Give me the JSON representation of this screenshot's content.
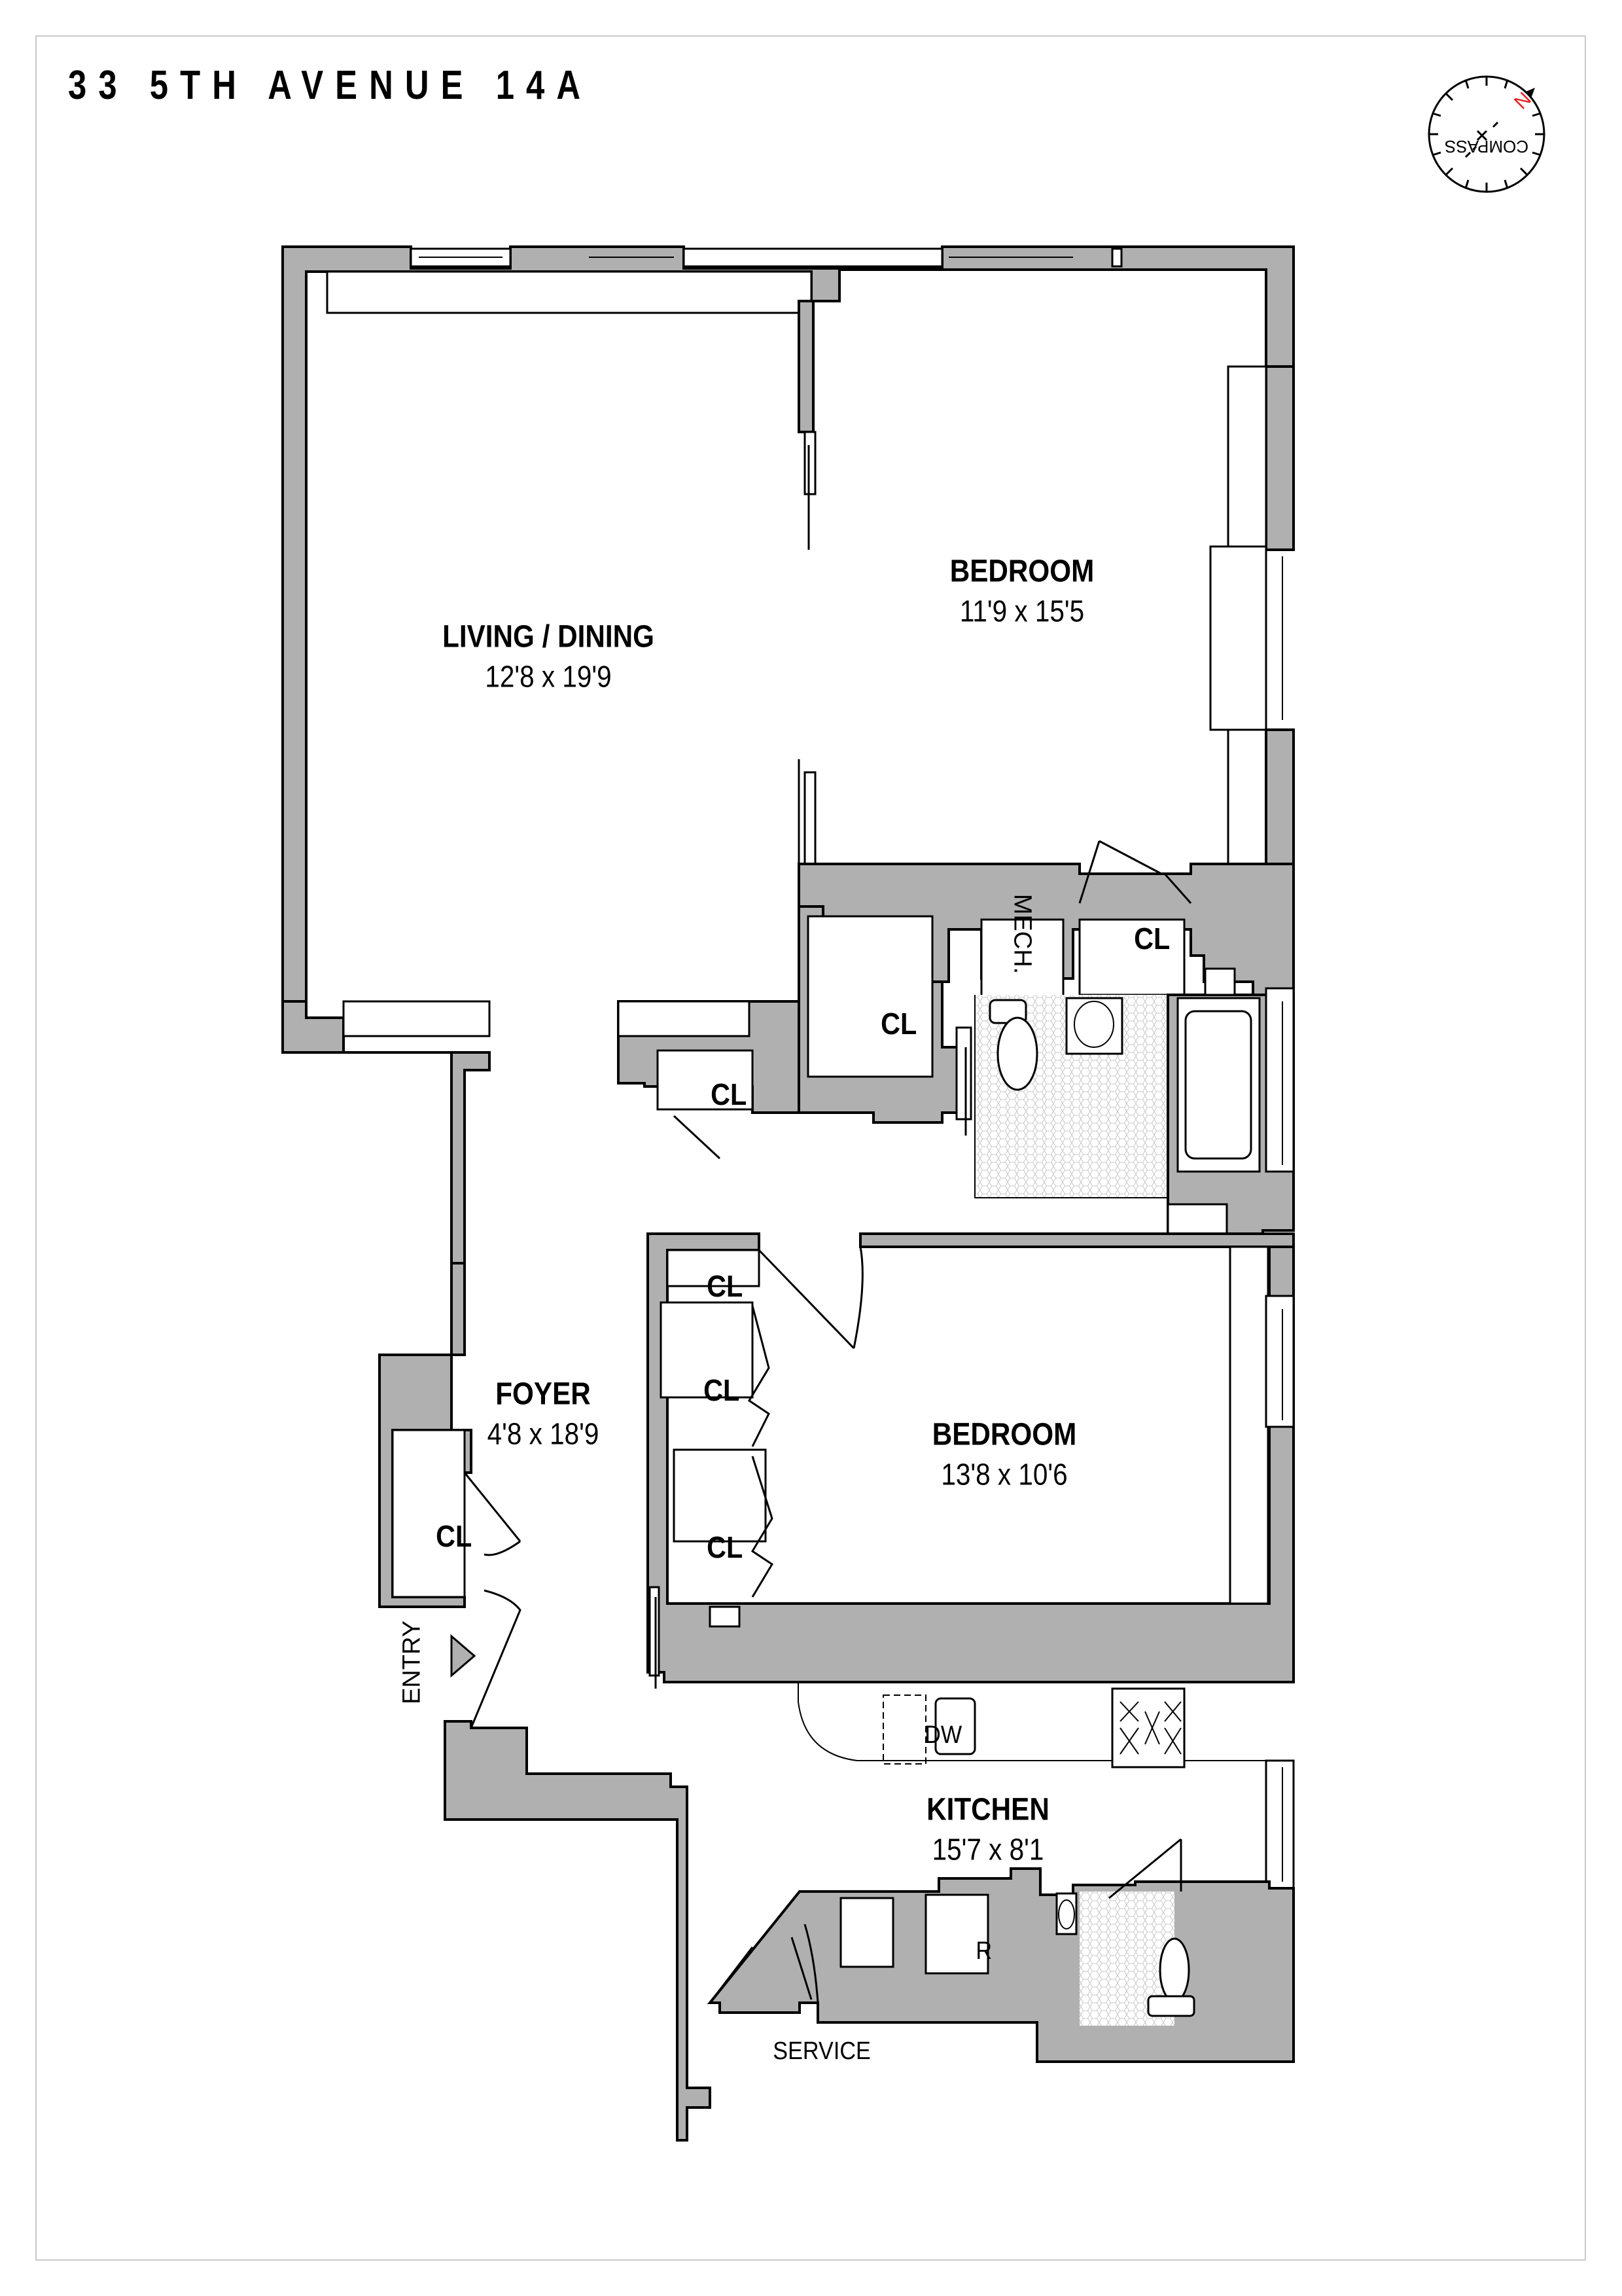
{
  "title": "33 5TH AVENUE 14A",
  "compass": {
    "label": "COMPASS",
    "north": "N",
    "north_color": "#e0201c"
  },
  "colors": {
    "wall": "#b0b0b0",
    "outline": "#000000",
    "frame": "#c8c8c8"
  },
  "rooms": {
    "living_dining": {
      "name": "LIVING / DINING",
      "dims": "12'8 x 19'9"
    },
    "bedroom_1": {
      "name": "BEDROOM",
      "dims": "11'9 x 15'5"
    },
    "bedroom_2": {
      "name": "BEDROOM",
      "dims": "13'8 x 10'6"
    },
    "foyer": {
      "name": "FOYER",
      "dims": "4'8 x 18'9"
    },
    "kitchen": {
      "name": "KITCHEN",
      "dims": "15'7 x 8'1"
    }
  },
  "closets": {
    "cl_mech": "CL",
    "cl_hall_large": "CL",
    "cl_hall_small": "CL",
    "cl_bed2_top": "CL",
    "cl_bed2_mid": "CL",
    "cl_bed2_bottom": "CL",
    "cl_foyer": "CL"
  },
  "labels": {
    "mech": "MECH.",
    "entry": "ENTRY",
    "service": "SERVICE",
    "dishwasher": "DW",
    "refrigerator": "R"
  }
}
